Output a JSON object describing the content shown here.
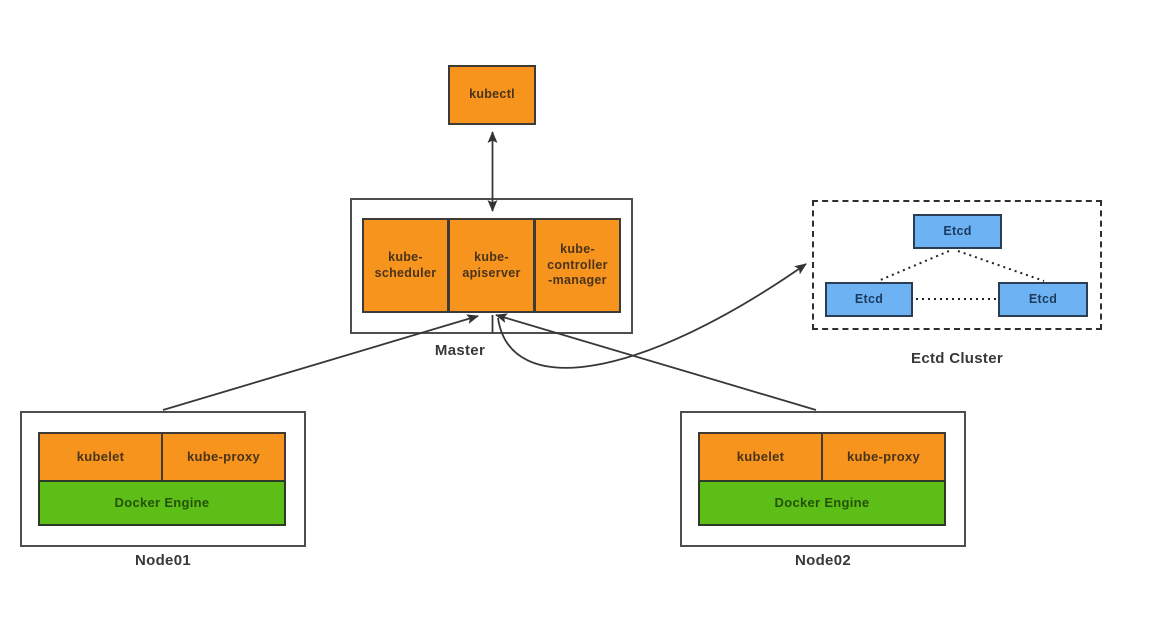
{
  "colors": {
    "orange": "#F7941E",
    "blue": "#6DB3F3",
    "green": "#5CBE17",
    "line": "#383838"
  },
  "kubectl": {
    "label": "kubectl"
  },
  "master": {
    "label": "Master",
    "components": [
      {
        "label": "kube-\nscheduler"
      },
      {
        "label": "kube-\napiserver"
      },
      {
        "label": "kube-\ncontroller\n-manager"
      }
    ]
  },
  "etcd_cluster": {
    "label": "Ectd Cluster",
    "nodes": [
      {
        "label": "Etcd"
      },
      {
        "label": "Etcd"
      },
      {
        "label": "Etcd"
      }
    ]
  },
  "worker_nodes": [
    {
      "label": "Node01",
      "components": [
        {
          "label": "kubelet"
        },
        {
          "label": "kube-proxy"
        }
      ],
      "engine": {
        "label": "Docker Engine"
      }
    },
    {
      "label": "Node02",
      "components": [
        {
          "label": "kubelet"
        },
        {
          "label": "kube-proxy"
        }
      ],
      "engine": {
        "label": "Docker Engine"
      }
    }
  ]
}
